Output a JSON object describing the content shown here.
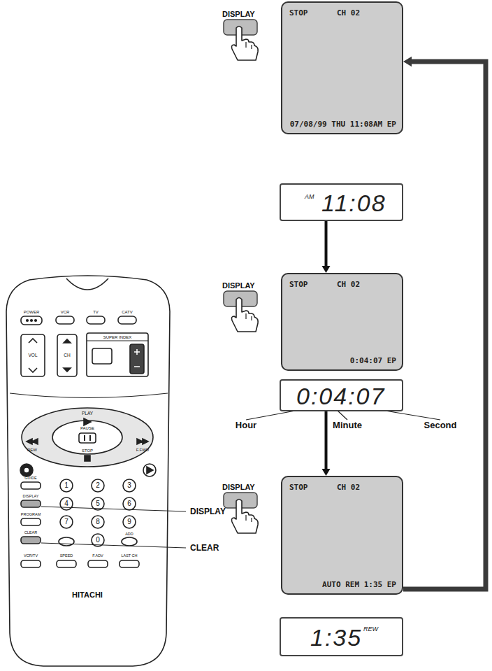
{
  "diagram": {
    "nodes": [
      {
        "text": [
          "STOP",
          "CH 02",
          "07/08/99 THU 11:08AM EP"
        ]
      },
      {
        "text": [
          "AM",
          "11:08"
        ]
      },
      {
        "text": [
          "STOP",
          "CH 02",
          "0:04:07 EP"
        ]
      },
      {
        "text": [
          "0:04:07"
        ]
      },
      {
        "text": [
          "STOP",
          "CH 02",
          "AUTO REM 1:35 EP"
        ]
      },
      {
        "text": [
          "1:35",
          "REW"
        ]
      }
    ],
    "edges": [
      {
        "from": 1,
        "to": 2,
        "arrow": "to"
      },
      {
        "from": 3,
        "to": 4,
        "arrow": "to"
      },
      {
        "from": 4,
        "to": 0,
        "arrow": "to"
      }
    ],
    "labels": [
      "DISPLAY",
      "DISPLAY",
      "Hour",
      "Minute",
      "Second",
      "DISPLAY",
      "POWER",
      "VCR",
      "TV",
      "CATV",
      "VOL",
      "CH",
      "SUPER INDEX",
      "PLAY",
      "PAUSE",
      "REW",
      "F.FWD",
      "STOP",
      "GUIDE",
      "1",
      "2",
      "3",
      "DISPLAY",
      "4",
      "5",
      "6",
      "PROGRAM",
      "7",
      "8",
      "9",
      "CLEAR",
      "0",
      "ADD",
      "VCR/TV",
      "SPEED",
      "F.ADV",
      "LAST CH",
      "HITACHI",
      "DISPLAY",
      "CLEAR"
    ]
  }
}
